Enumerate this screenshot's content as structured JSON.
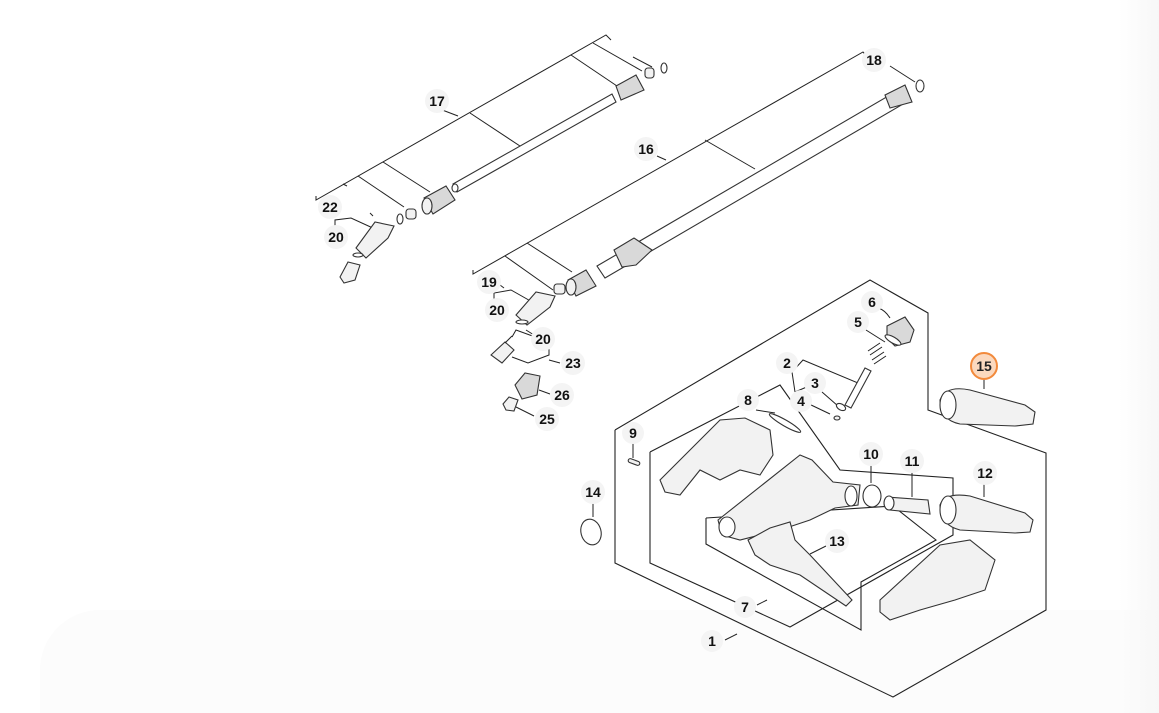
{
  "diagram": {
    "highlight_color": "#f28a3c",
    "highlighted_part": "15",
    "callouts": {
      "c1": "1",
      "c2": "2",
      "c3": "3",
      "c4": "4",
      "c5": "5",
      "c6": "6",
      "c7": "7",
      "c8": "8",
      "c9": "9",
      "c10": "10",
      "c11": "11",
      "c12": "12",
      "c13": "13",
      "c14": "14",
      "c15": "15",
      "c16": "16",
      "c17": "17",
      "c18": "18",
      "c19": "19",
      "c20a": "20",
      "c20b": "20",
      "c20c": "20",
      "c22": "22",
      "c23": "23",
      "c25": "25",
      "c26": "26"
    }
  }
}
